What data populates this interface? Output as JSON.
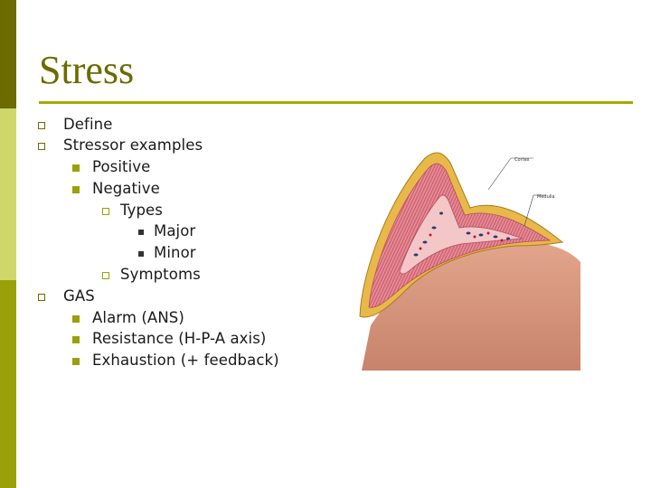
{
  "slide": {
    "title": "Stress",
    "outline": [
      {
        "level": 1,
        "text": "Define"
      },
      {
        "level": 1,
        "text": "Stressor examples"
      },
      {
        "level": 2,
        "text": "Positive"
      },
      {
        "level": 2,
        "text": "Negative"
      },
      {
        "level": 3,
        "text": "Types"
      },
      {
        "level": 4,
        "text": "Major"
      },
      {
        "level": 4,
        "text": "Minor"
      },
      {
        "level": 3,
        "text": "Symptoms"
      },
      {
        "level": 1,
        "text": "GAS"
      },
      {
        "level": 2,
        "text": "Alarm (ANS)"
      },
      {
        "level": 2,
        "text": "Resistance (H-P-A axis)"
      },
      {
        "level": 2,
        "text": "Exhaustion (+ feedback)"
      }
    ],
    "figure": {
      "label_cortex": "Cortex",
      "label_medulla": "Medulla"
    }
  },
  "colors": {
    "sidebar_dark": "#6b6b00",
    "sidebar_light": "#cfd76a",
    "sidebar_olive": "#9aa00a",
    "title": "#6b6b00",
    "rule": "#a8a800"
  }
}
